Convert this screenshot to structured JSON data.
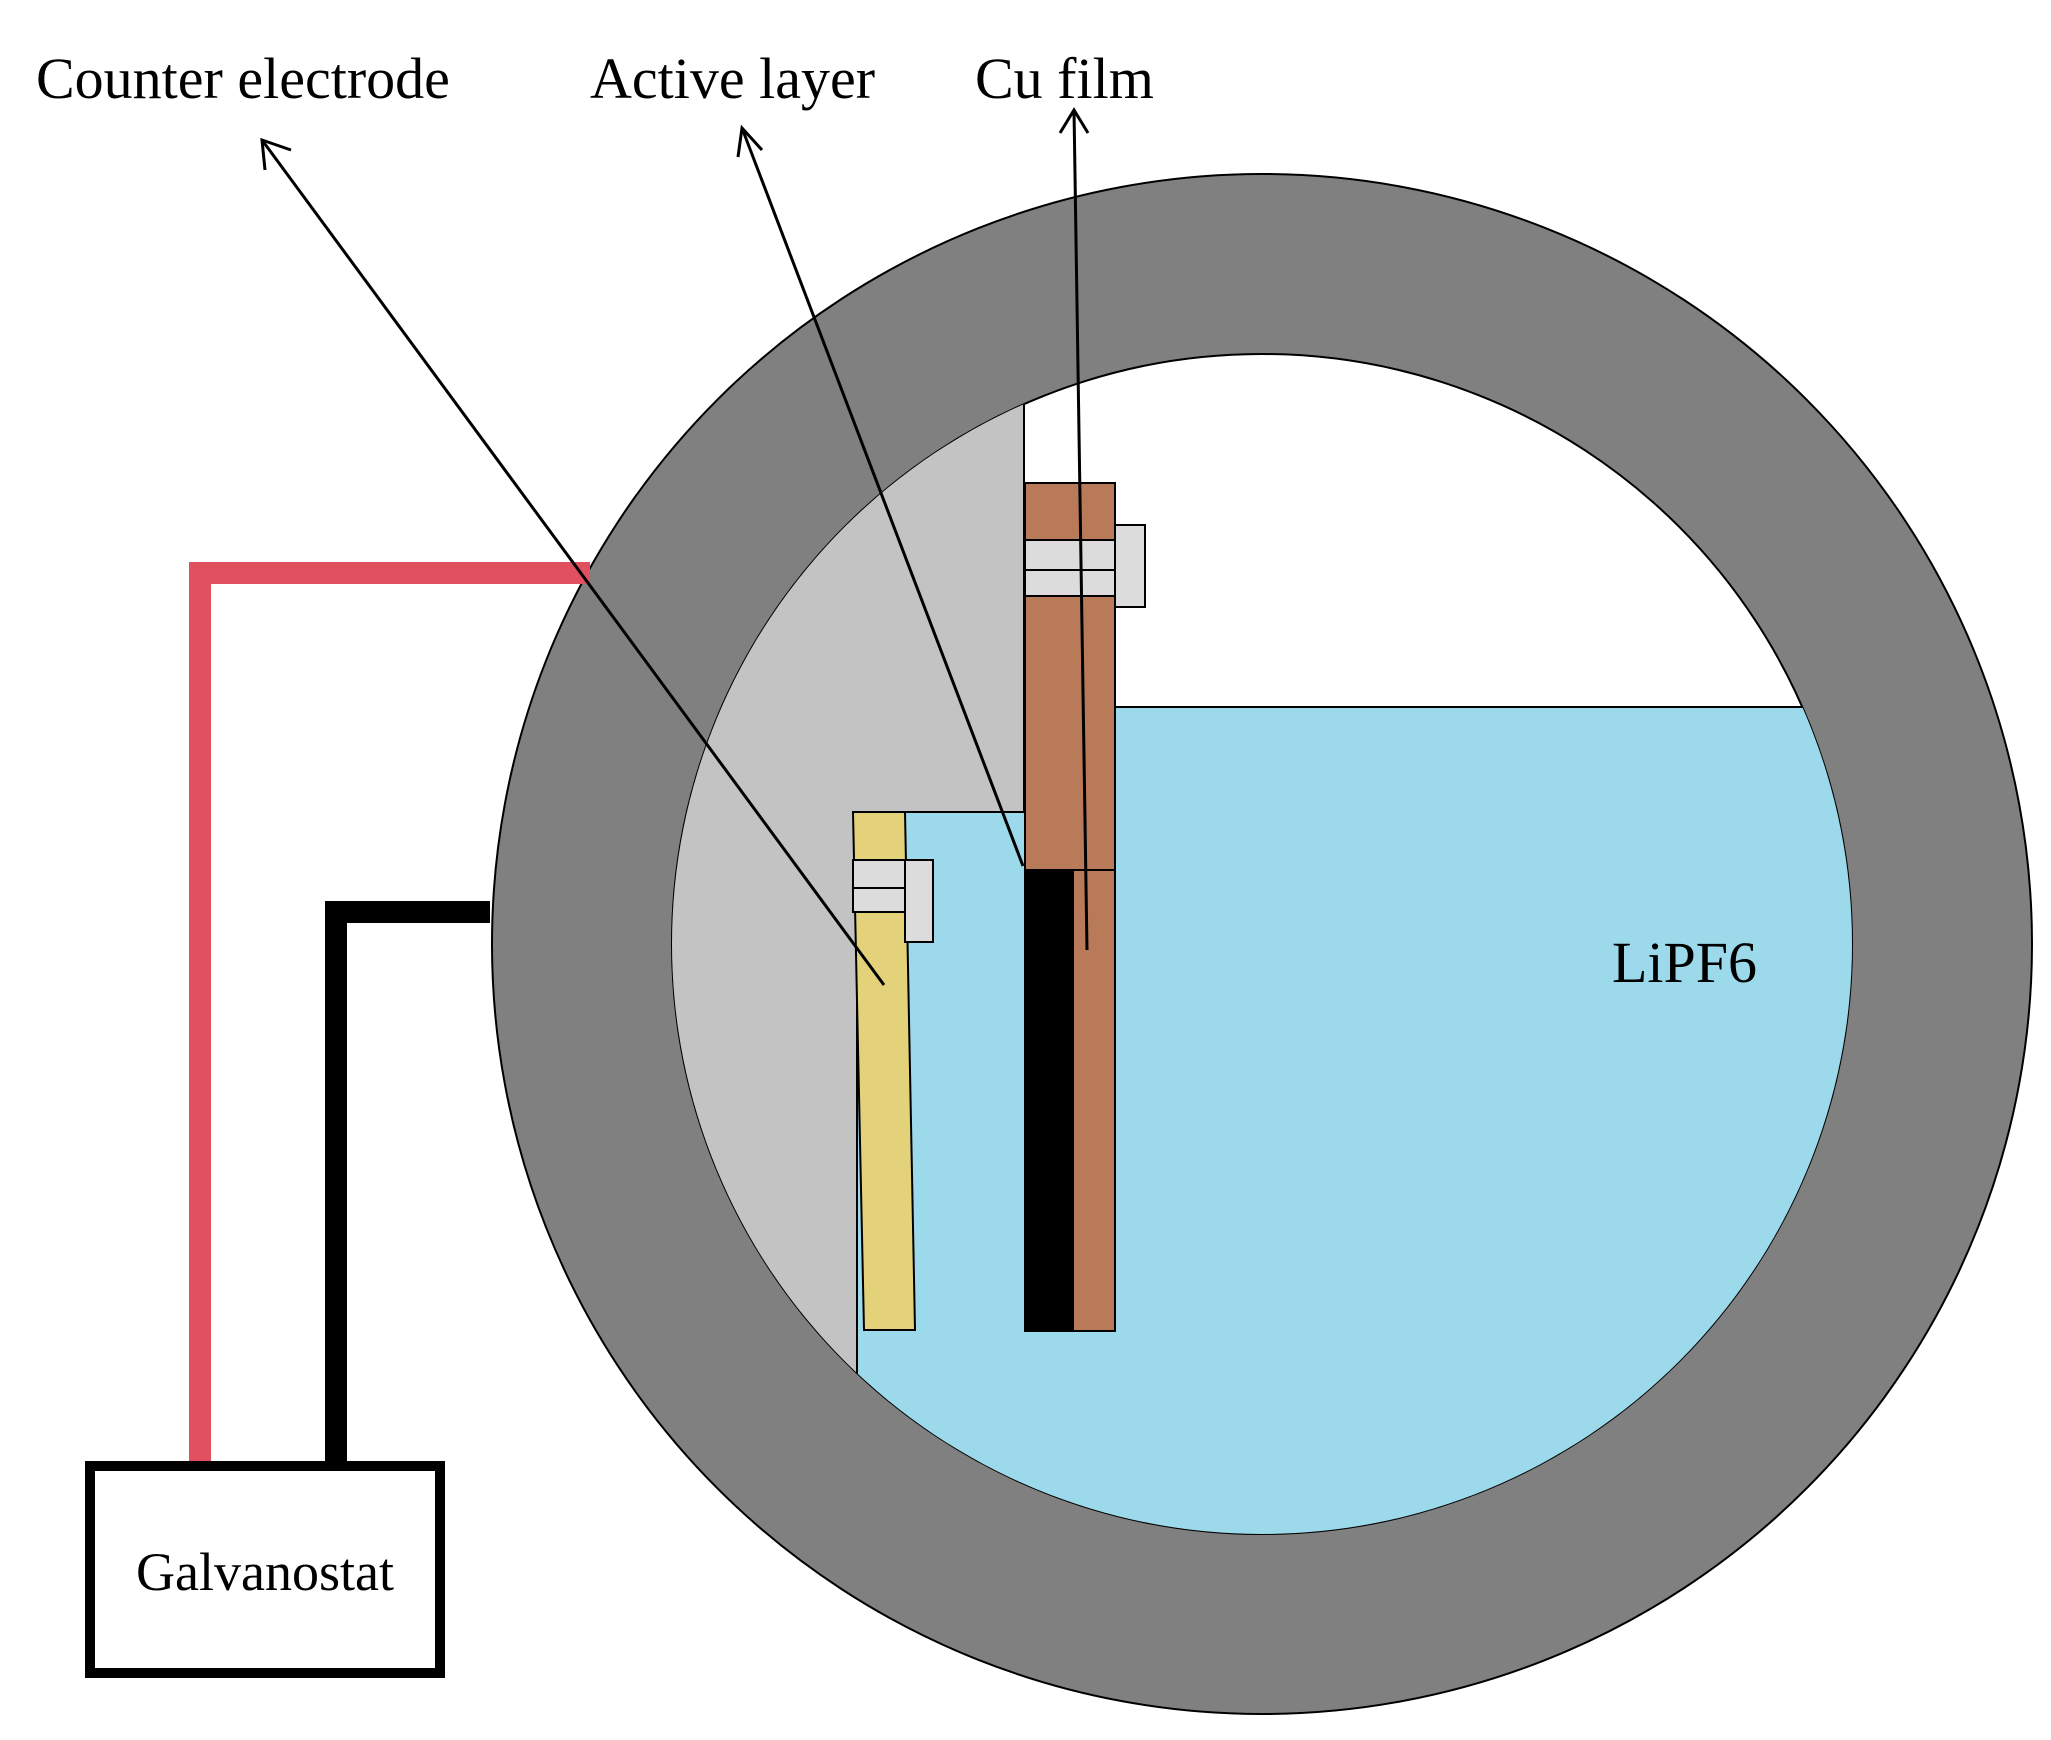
{
  "labels": {
    "counter_electrode": "Counter electrode",
    "active_layer": "Active layer",
    "cu_film": "Cu film",
    "electrolyte": "LiPF6",
    "galvanostat": "Galvanostat"
  },
  "colors": {
    "cell_wall": "#808080",
    "separator_region": "#c3c3c3",
    "electrolyte": "#9cd9ea",
    "copper": "#b87a58",
    "counter_electrode": "#e3d27a",
    "active_layer": "#000000",
    "clip": "#dcdcdc",
    "wire_positive": "#e0505e",
    "wire_negative": "#000000"
  }
}
